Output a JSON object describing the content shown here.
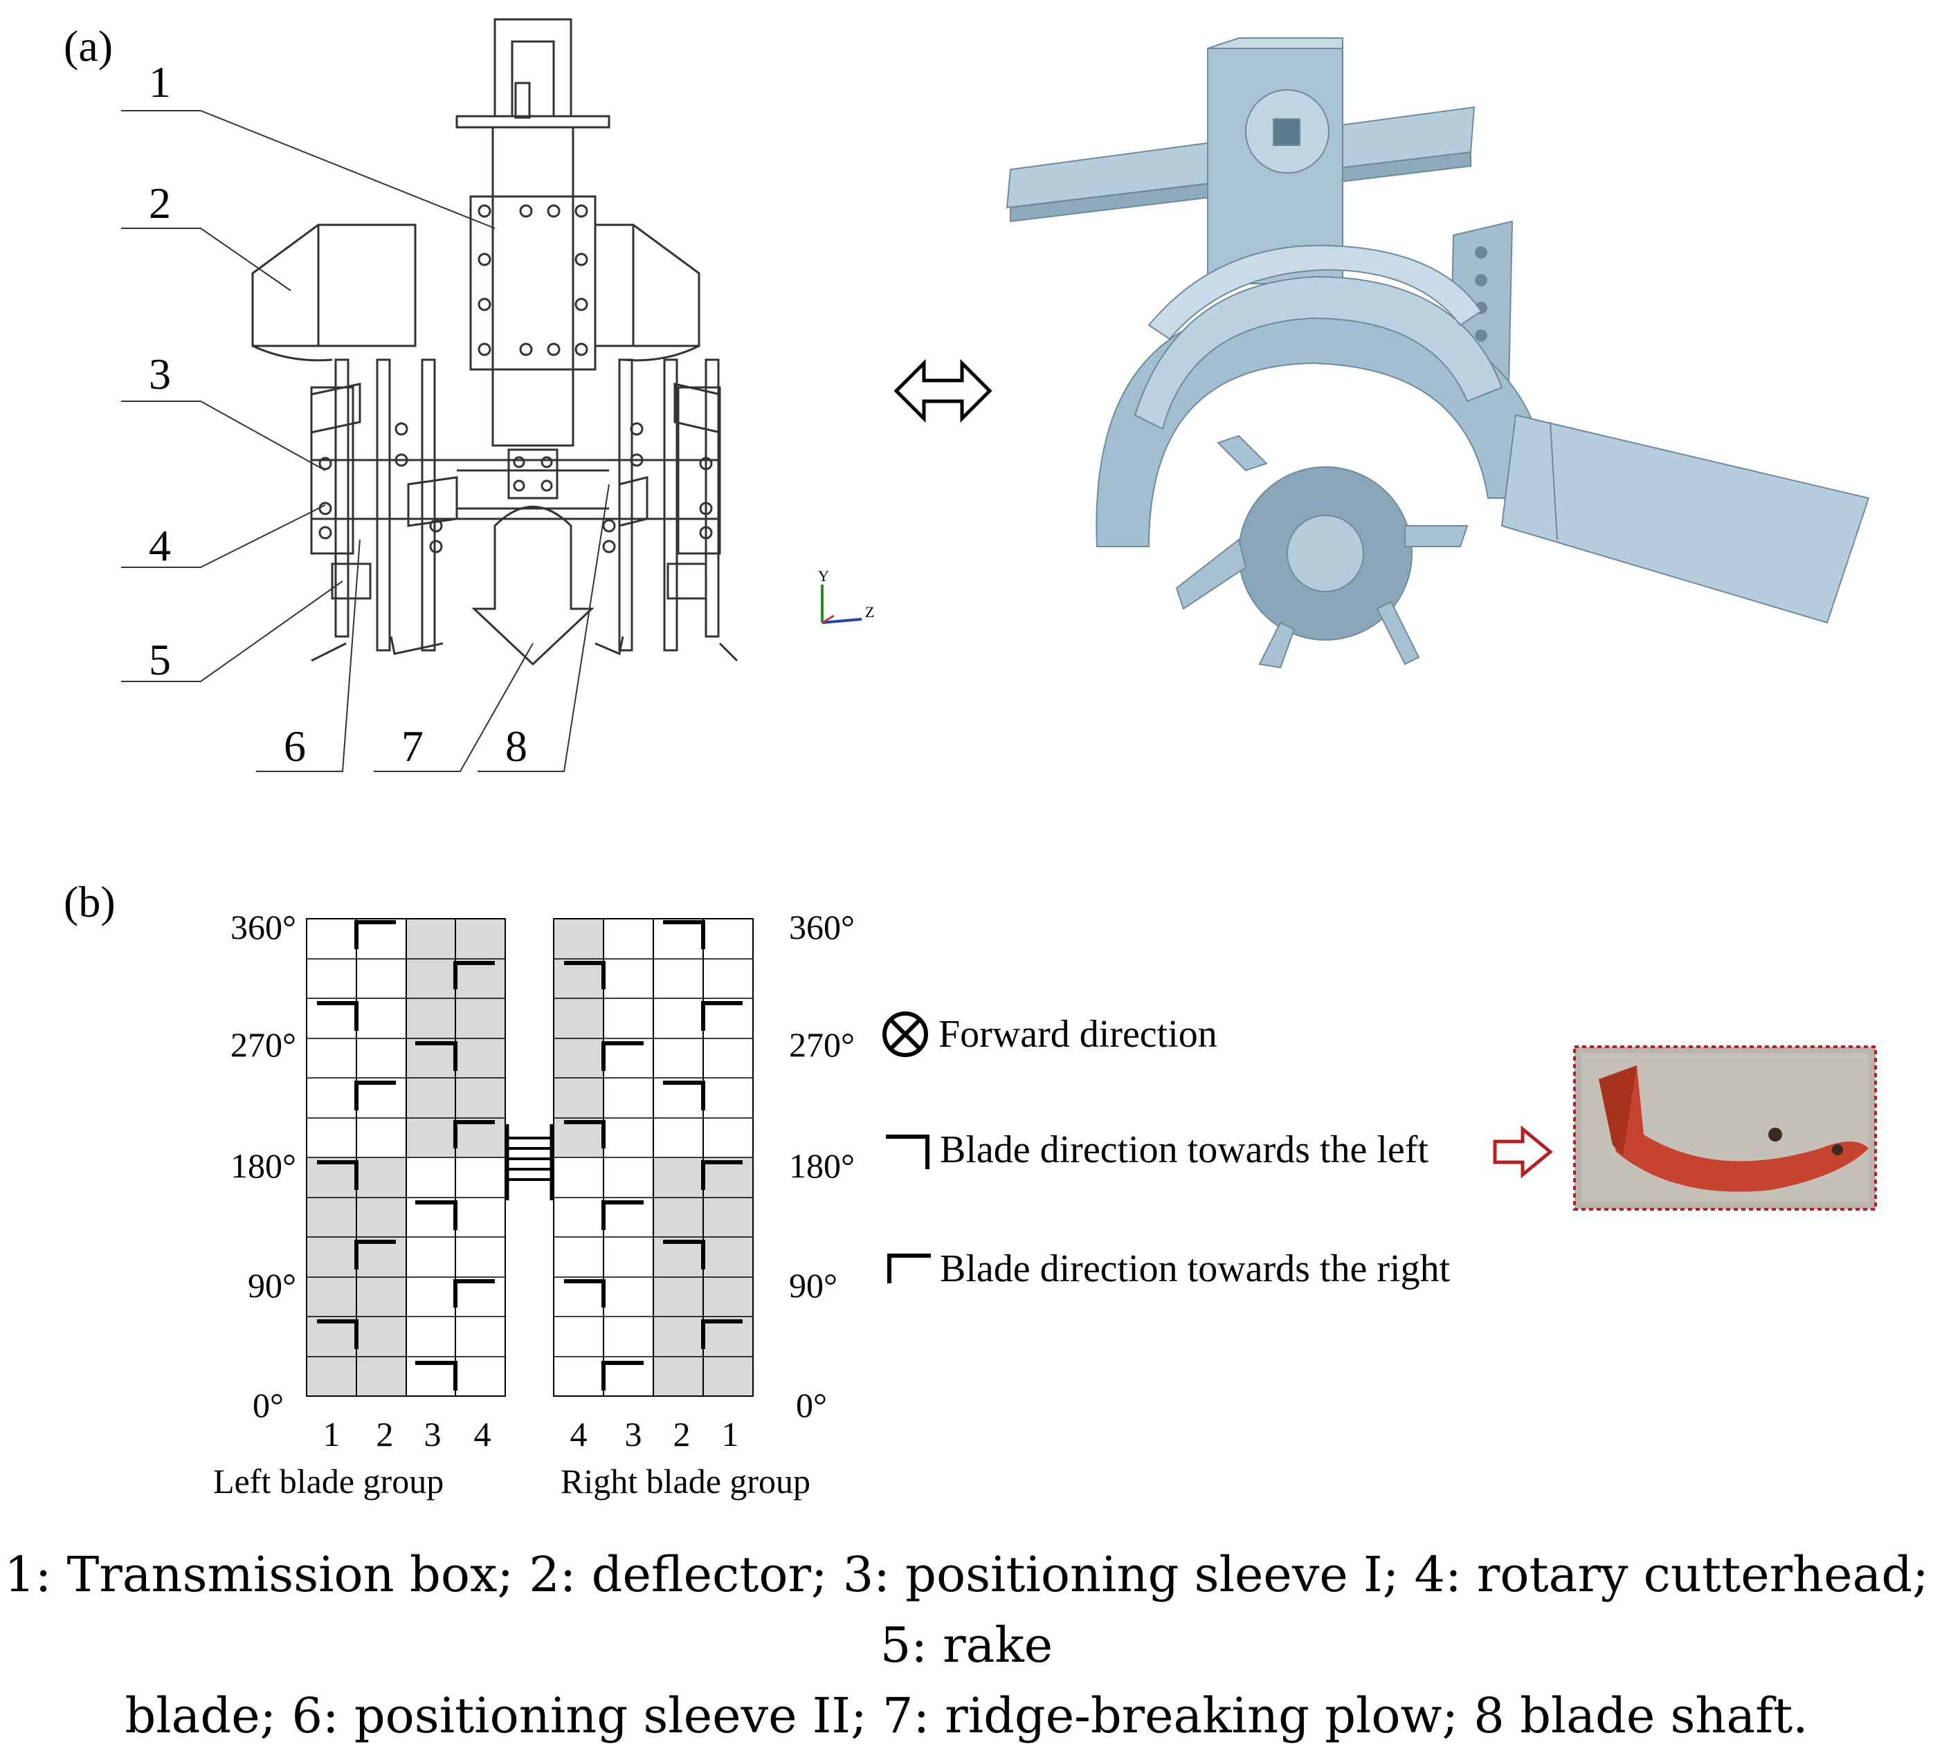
{
  "panel_a": {
    "label": "(a)",
    "callouts": [
      "1",
      "2",
      "3",
      "4",
      "5",
      "6",
      "7",
      "8"
    ],
    "axis_triad": {
      "y": "Y",
      "z": "Z"
    },
    "exchange_arrow": "double-arrow-icon"
  },
  "panel_b": {
    "label": "(b)",
    "angle_ticks_left": [
      "360°",
      "270°",
      "180°",
      "90°",
      "0°"
    ],
    "angle_ticks_right": [
      "360°",
      "270°",
      "180°",
      "90°",
      "0°"
    ],
    "left_columns": [
      "1",
      "2",
      "3",
      "4"
    ],
    "right_columns": [
      "4",
      "3",
      "2",
      "1"
    ],
    "left_group_label": "Left blade group",
    "right_group_label": "Right blade group",
    "legend": {
      "forward": "Forward direction",
      "left": "Blade direction towards the left",
      "right": "Blade direction towards the right"
    },
    "photo": "rotary-blade-photo",
    "colors": {
      "shade": "#d9d9d9",
      "photo_border": "#b22222",
      "arrow": "#b22222"
    }
  },
  "caption": {
    "line1": "1: Transmission box; 2: deflector; 3: positioning sleeve I; 4: rotary cutterhead; 5: rake",
    "line2": "blade; 6: positioning sleeve II; 7: ridge-breaking plow; 8 blade shaft."
  }
}
